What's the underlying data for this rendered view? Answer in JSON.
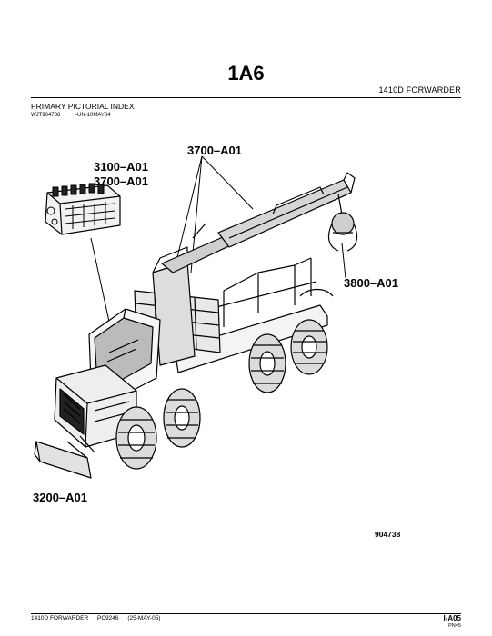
{
  "header": {
    "section_code": "1A6",
    "model_title": "1410D FORWARDER"
  },
  "section": {
    "title": "PRIMARY PICTORIAL INDEX",
    "ref_code": "WJT904738",
    "ref_date": "-UN-10MAY04"
  },
  "callouts": {
    "boom_top": "3700–A01",
    "engine_a": "3100–A01",
    "engine_b": "3700–A01",
    "grapple": "3800–A01",
    "blade": "3200–A01"
  },
  "figure": {
    "number": "904738"
  },
  "footer": {
    "model": "1410D FORWARDER",
    "catalog": "PC9246",
    "date": "(25-MAY-05)",
    "page_id": "I-A05",
    "page_sub": "PN=5"
  }
}
